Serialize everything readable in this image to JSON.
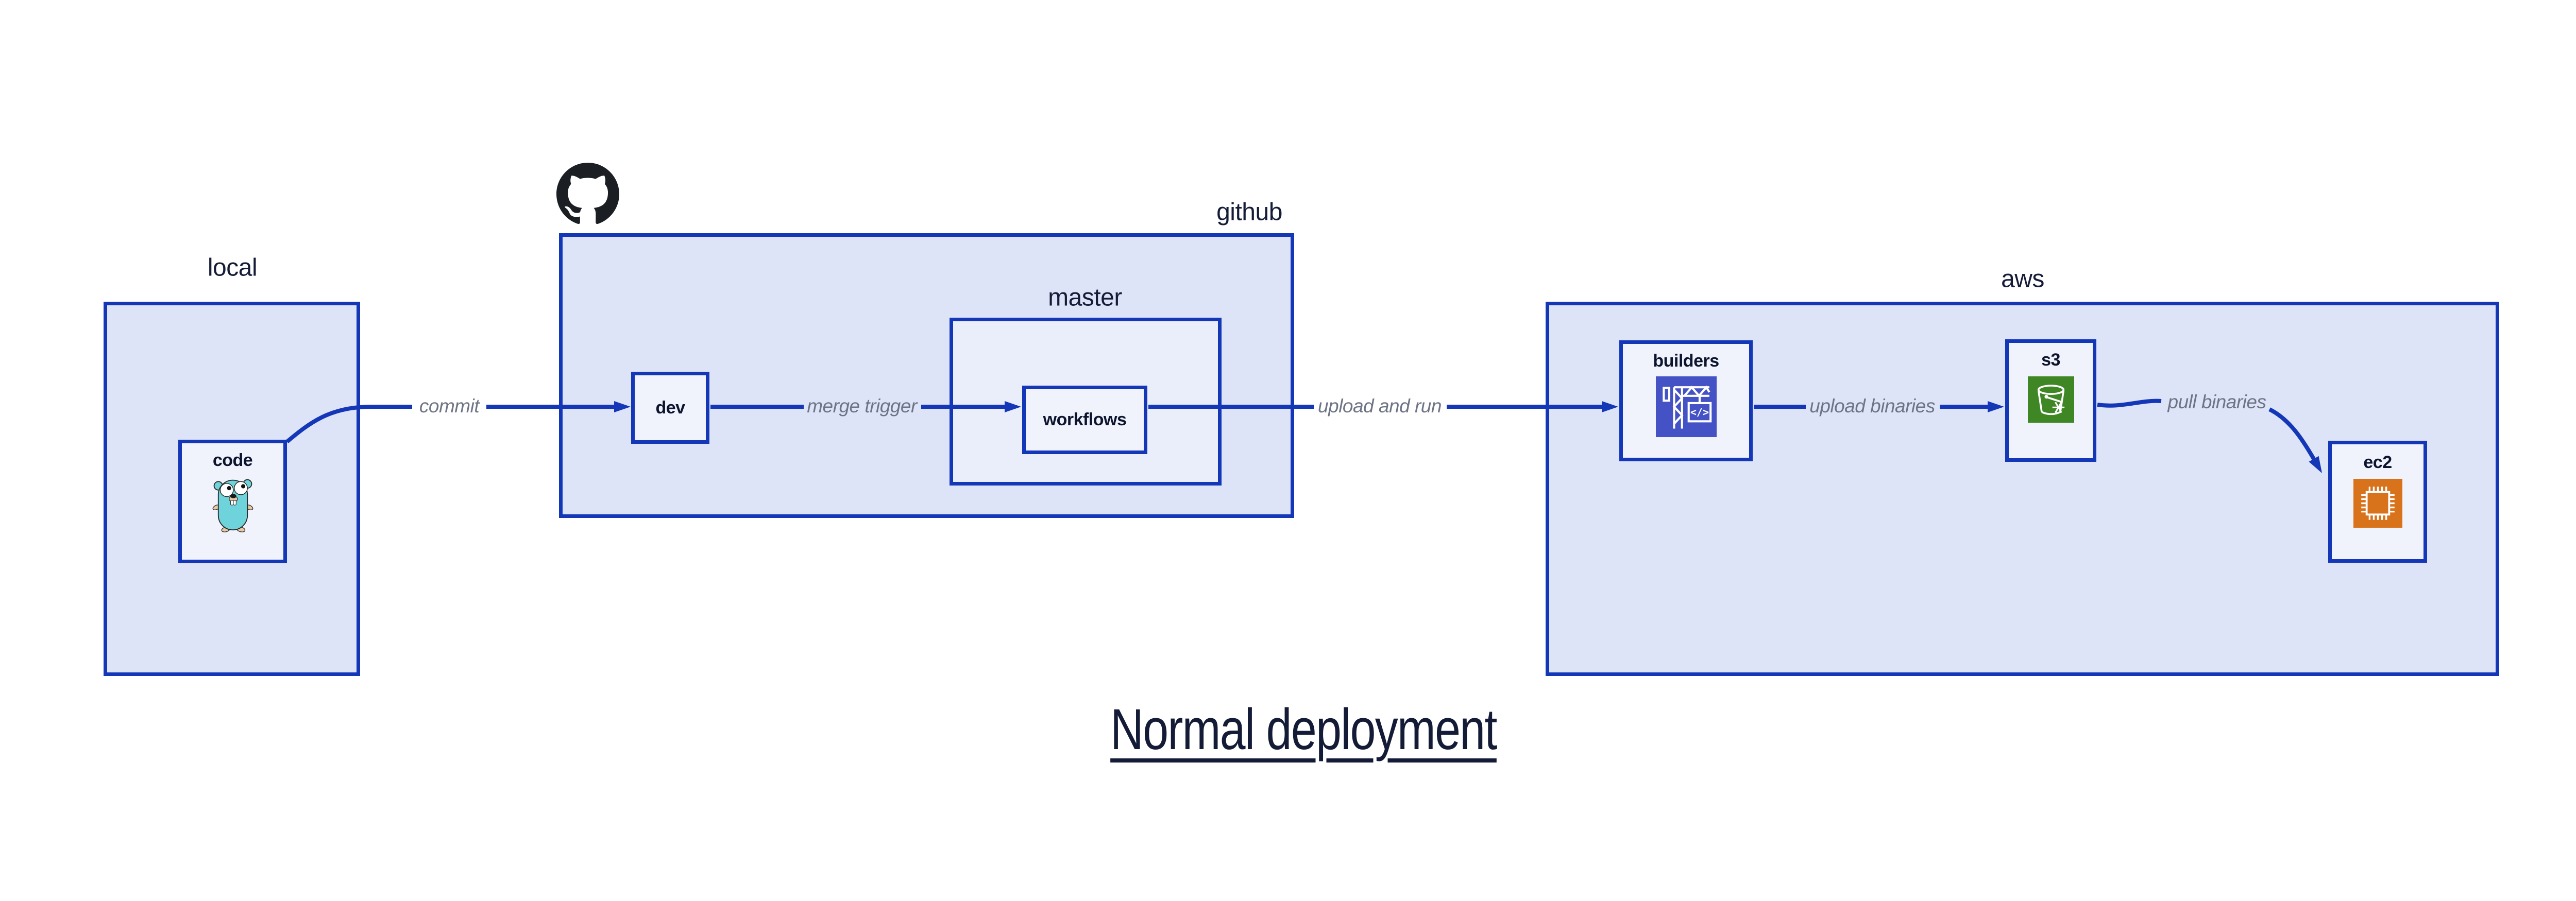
{
  "title": {
    "text": "Normal deployment"
  },
  "containers": {
    "local": {
      "label": "local"
    },
    "github": {
      "label": "github",
      "logo_icon": "github-octocat-icon"
    },
    "master": {
      "label": "master"
    },
    "aws": {
      "label": "aws"
    }
  },
  "nodes": {
    "code": {
      "label": "code",
      "icon": "go-gopher-icon"
    },
    "dev": {
      "label": "dev"
    },
    "workflows": {
      "label": "workflows"
    },
    "builders": {
      "label": "builders",
      "icon": "aws-codebuild-icon"
    },
    "s3": {
      "label": "s3",
      "icon": "aws-s3-glacier-icon"
    },
    "ec2": {
      "label": "ec2",
      "icon": "aws-ec2-icon"
    }
  },
  "edges": [
    {
      "from": "code",
      "to": "dev",
      "label": "commit"
    },
    {
      "from": "dev",
      "to": "workflows",
      "label": "merge trigger"
    },
    {
      "from": "workflows",
      "to": "builders",
      "label": "upload and run"
    },
    {
      "from": "builders",
      "to": "s3",
      "label": "upload binaries"
    },
    {
      "from": "s3",
      "to": "ec2",
      "label": "pull binaries"
    }
  ],
  "colors": {
    "accent_blue": "#1437b8",
    "container_fill": "#dee4f8",
    "master_fill": "#eaeefb",
    "node_fill": "#f0f3fb",
    "edge_label_gray": "#6d7486",
    "codebuild_purple": "#4452c5",
    "s3_green": "#3f8624",
    "ec2_orange": "#d9731b",
    "gopher_teal": "#6ed3da",
    "github_black": "#1b1f23"
  }
}
